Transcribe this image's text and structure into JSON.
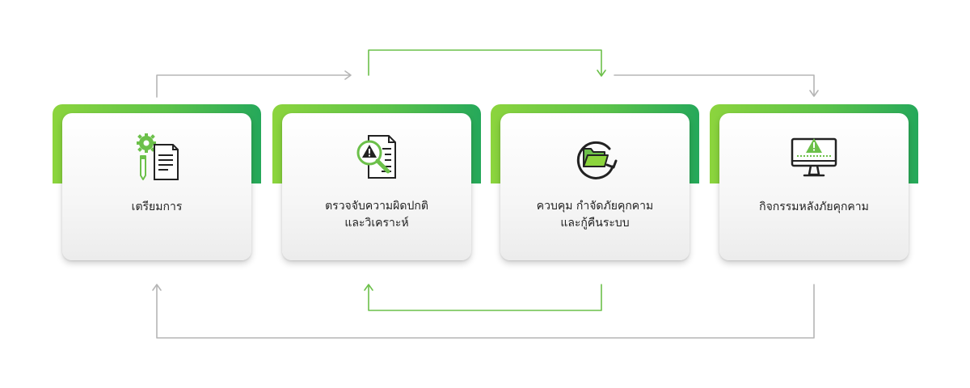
{
  "steps": [
    {
      "label": "เตรียมการ",
      "icon": "gear-document-pencil-icon"
    },
    {
      "label": "ตรวจจับความผิดปกติ\nและวิเคราะห์",
      "icon": "magnifier-warning-document-icon"
    },
    {
      "label": "ควบคุม กำจัดภัยคุกคาม\nและกู้คืนระบบ",
      "icon": "folder-recovery-icon"
    },
    {
      "label": "กิจกรรมหลังภัยคุกคาม",
      "icon": "monitor-warning-icon"
    }
  ],
  "colors": {
    "accent_green": "#6cc04a",
    "tab_green_light": "#8cd43d",
    "tab_green_dark": "#25a85a",
    "arrow_gray": "#b5b5b5",
    "icon_dark": "#222222"
  }
}
